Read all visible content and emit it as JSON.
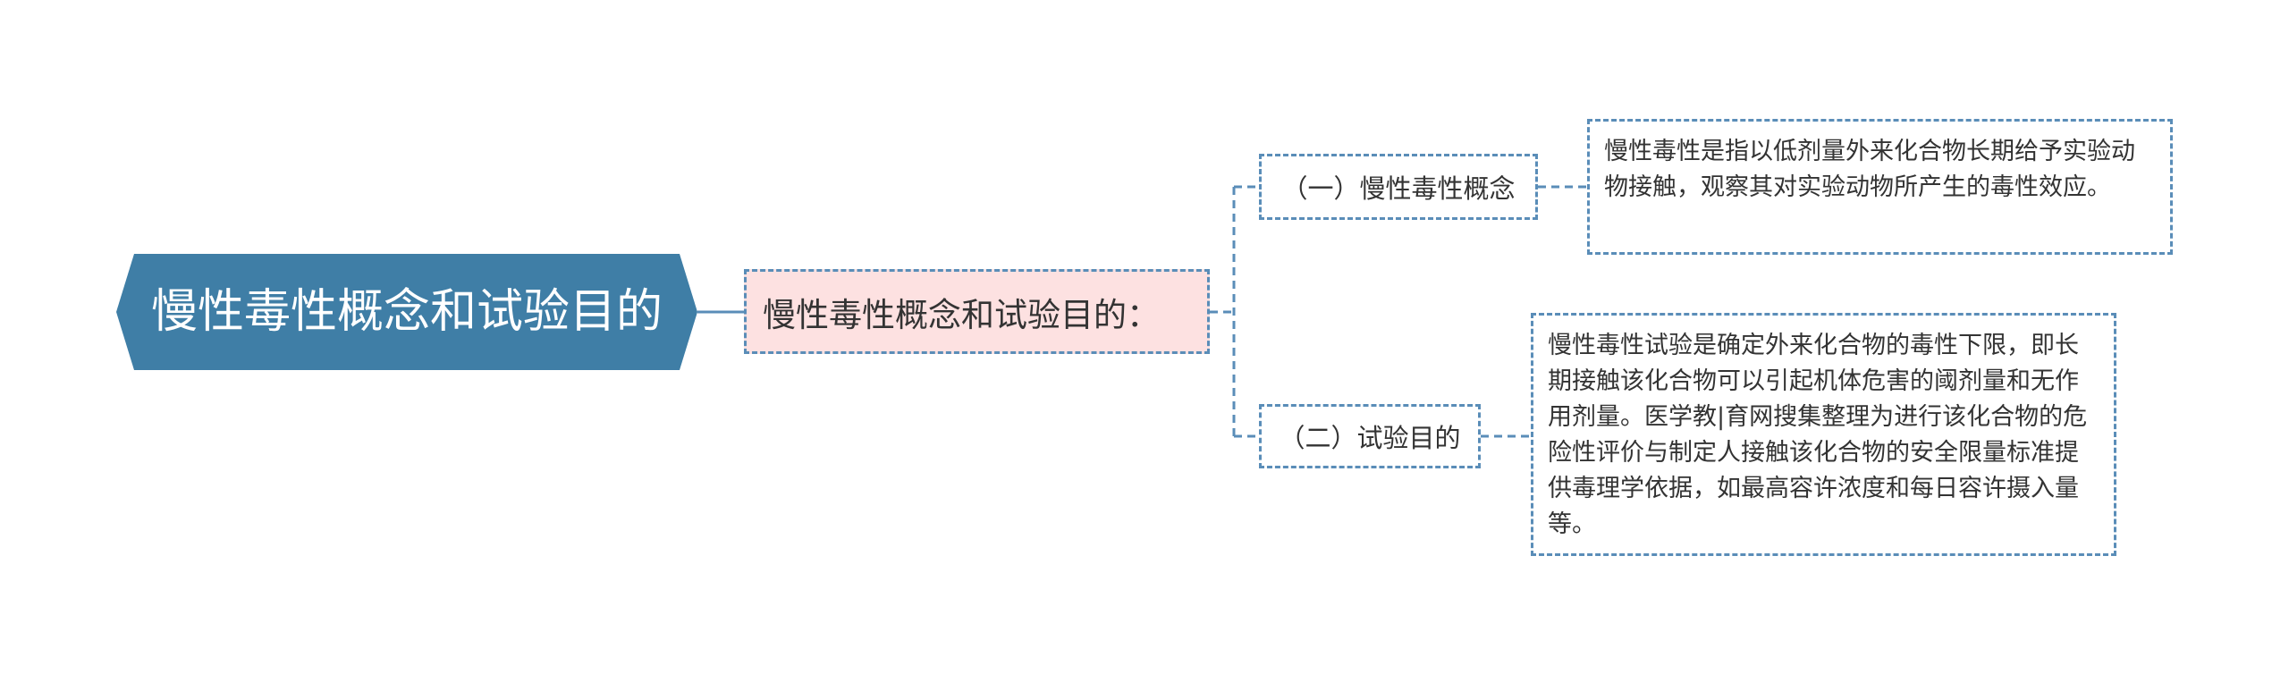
{
  "colors": {
    "root_fill": "#3f7ea6",
    "main_fill": "#fde1e1",
    "border": "#5a8db8",
    "connector": "#5a8db8",
    "text": "#333333",
    "root_text": "#ffffff"
  },
  "mindmap": {
    "root": {
      "label": "慢性毒性概念和试验目的"
    },
    "main_branch": {
      "label": "慢性毒性概念和试验目的："
    },
    "topics": [
      {
        "label": "（一）慢性毒性概念",
        "detail": "慢性毒性是指以低剂量外来化合物长期给予实验动物接触，观察其对实验动物所产生的毒性效应。"
      },
      {
        "label": "（二）试验目的",
        "detail": "慢性毒性试验是确定外来化合物的毒性下限，即长期接触该化合物可以引起机体危害的阈剂量和无作用剂量。医学教|育网搜集整理为进行该化合物的危险性评价与制定人接触该化合物的安全限量标准提供毒理学依据，如最高容许浓度和每日容许摄入量等。"
      }
    ]
  }
}
